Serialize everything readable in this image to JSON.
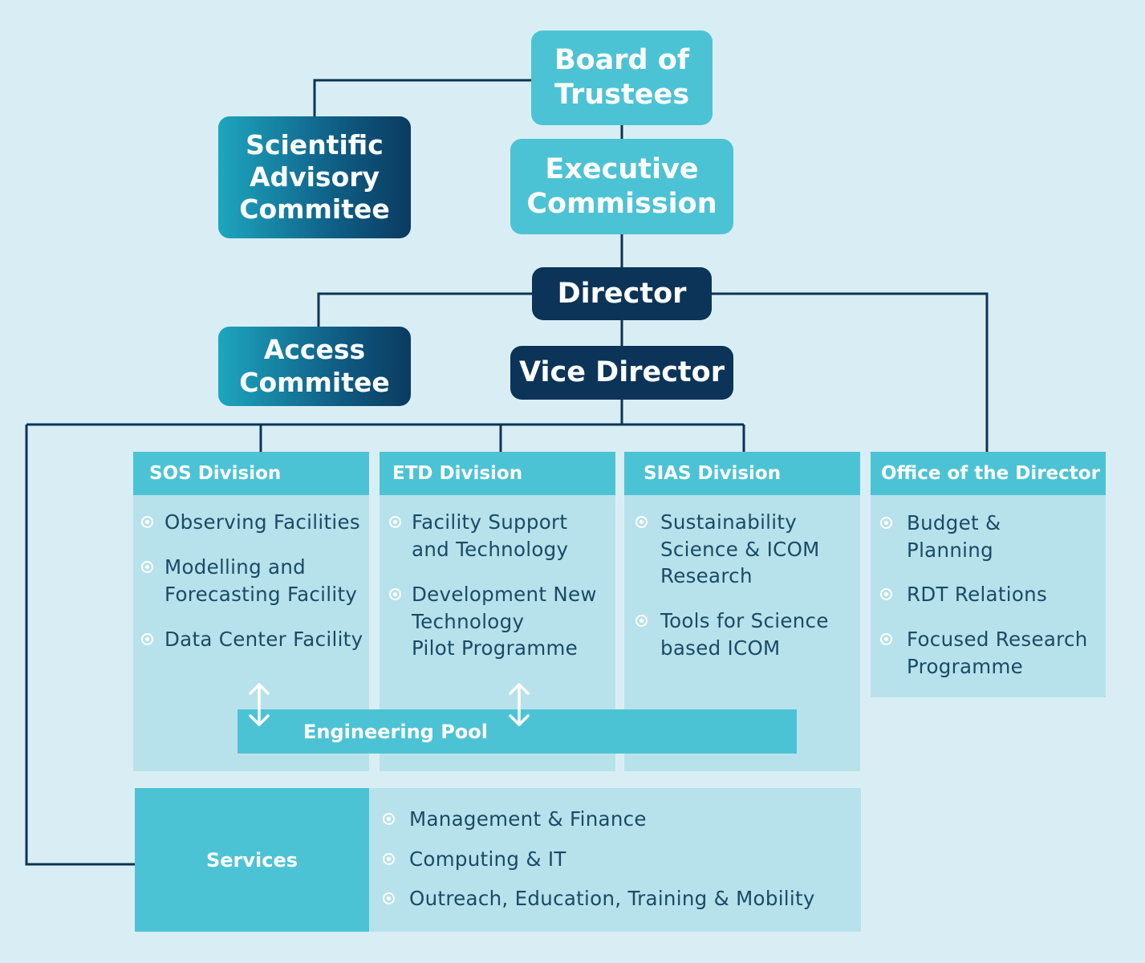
{
  "boxes": {
    "board": "Board of\nTrustees",
    "scientific": "Scientific\nAdvisory\nCommitee",
    "executive": "Executive\nCommission",
    "director": "Director",
    "access": "Access\nCommitee",
    "vice": "Vice Director"
  },
  "divisions": {
    "sos": {
      "title": "SOS Division",
      "items": [
        "Observing Facilities",
        "Modelling and\nForecasting Facility",
        "Data Center Facility"
      ]
    },
    "etd": {
      "title": "ETD Division",
      "items": [
        "Facility Support\nand Technology",
        "Development New\nTechnology\nPilot Programme"
      ]
    },
    "sias": {
      "title": "SIAS Division",
      "items": [
        "Sustainability\nScience & ICOM\nResearch",
        "Tools for Science\nbased ICOM"
      ]
    },
    "office": {
      "title": "Office of the Director",
      "items": [
        "Budget &\nPlanning",
        "RDT Relations",
        "Focused Research\nProgramme"
      ]
    }
  },
  "engineering_pool": "Engineering Pool",
  "services": {
    "label": "Services",
    "items": [
      "Management & Finance",
      "Computing & IT",
      "Outreach, Education, Training & Mobility"
    ]
  }
}
